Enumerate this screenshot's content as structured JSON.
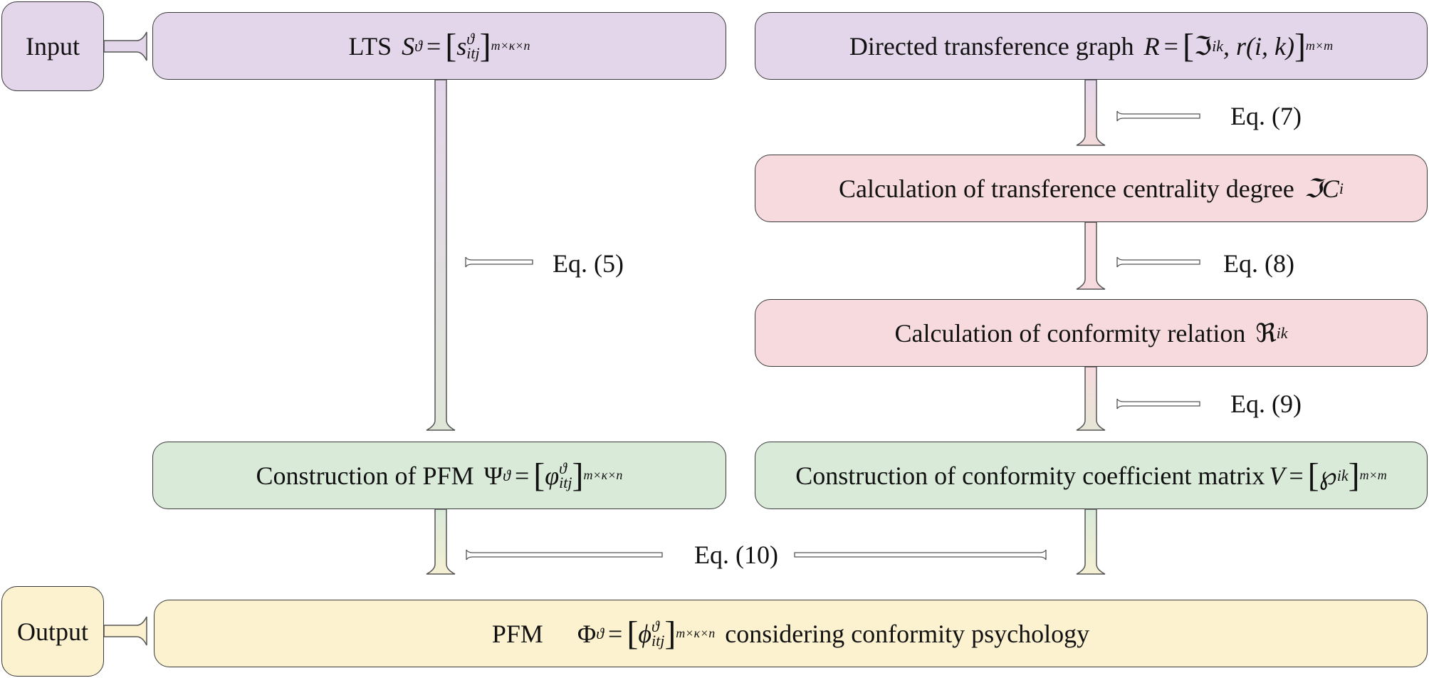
{
  "colors": {
    "purple": "#e4d6ea",
    "pink": "#f6dadd",
    "green": "#d9ead9",
    "yellow": "#fdf2cf",
    "border": "#3a3a3a"
  },
  "input": {
    "label": "Input"
  },
  "output": {
    "label": "Output"
  },
  "lts": {
    "prefix": "LTS",
    "symbol": "S",
    "sup": "ϑ",
    "eq": "=",
    "entry": "s",
    "entry_sup": "ϑ",
    "entry_sub": "itj",
    "dims": "m×κ×n"
  },
  "graph": {
    "prefix": "Directed transference graph",
    "symbol": "R",
    "eq": "=",
    "entry": "ℑ",
    "entry_sub": "ik",
    "rest": ", r(i, k)",
    "dims": "m×m"
  },
  "centrality": {
    "text": "Calculation of transference centrality degree",
    "symbol": "ℑC",
    "sub": "i"
  },
  "conformity_relation": {
    "text": "Calculation of conformity relation",
    "symbol": "ℜ",
    "sub": "ik"
  },
  "coef_matrix": {
    "text": "Construction of conformity coefficient matrix",
    "symbol": "V",
    "eq": "=",
    "entry": "℘",
    "entry_sub": "ik",
    "dims": "m×m"
  },
  "pfm_construct": {
    "text": "Construction of PFM",
    "symbol": "Ψ",
    "sup": "ϑ",
    "eq": "=",
    "entry": "φ",
    "entry_sup": "ϑ",
    "entry_sub": "itj",
    "dims": "m×κ×n"
  },
  "pfm_output": {
    "prefix": "PFM",
    "symbol": "Φ",
    "sup": "ϑ",
    "eq": "=",
    "entry": "ϕ",
    "entry_sup": "ϑ",
    "entry_sub": "itj",
    "dims": "m×κ×n",
    "suffix": "considering conformity psychology"
  },
  "equations": {
    "eq5": "Eq. (5)",
    "eq7": "Eq. (7)",
    "eq8": "Eq. (8)",
    "eq9": "Eq. (9)",
    "eq10": "Eq. (10)"
  }
}
